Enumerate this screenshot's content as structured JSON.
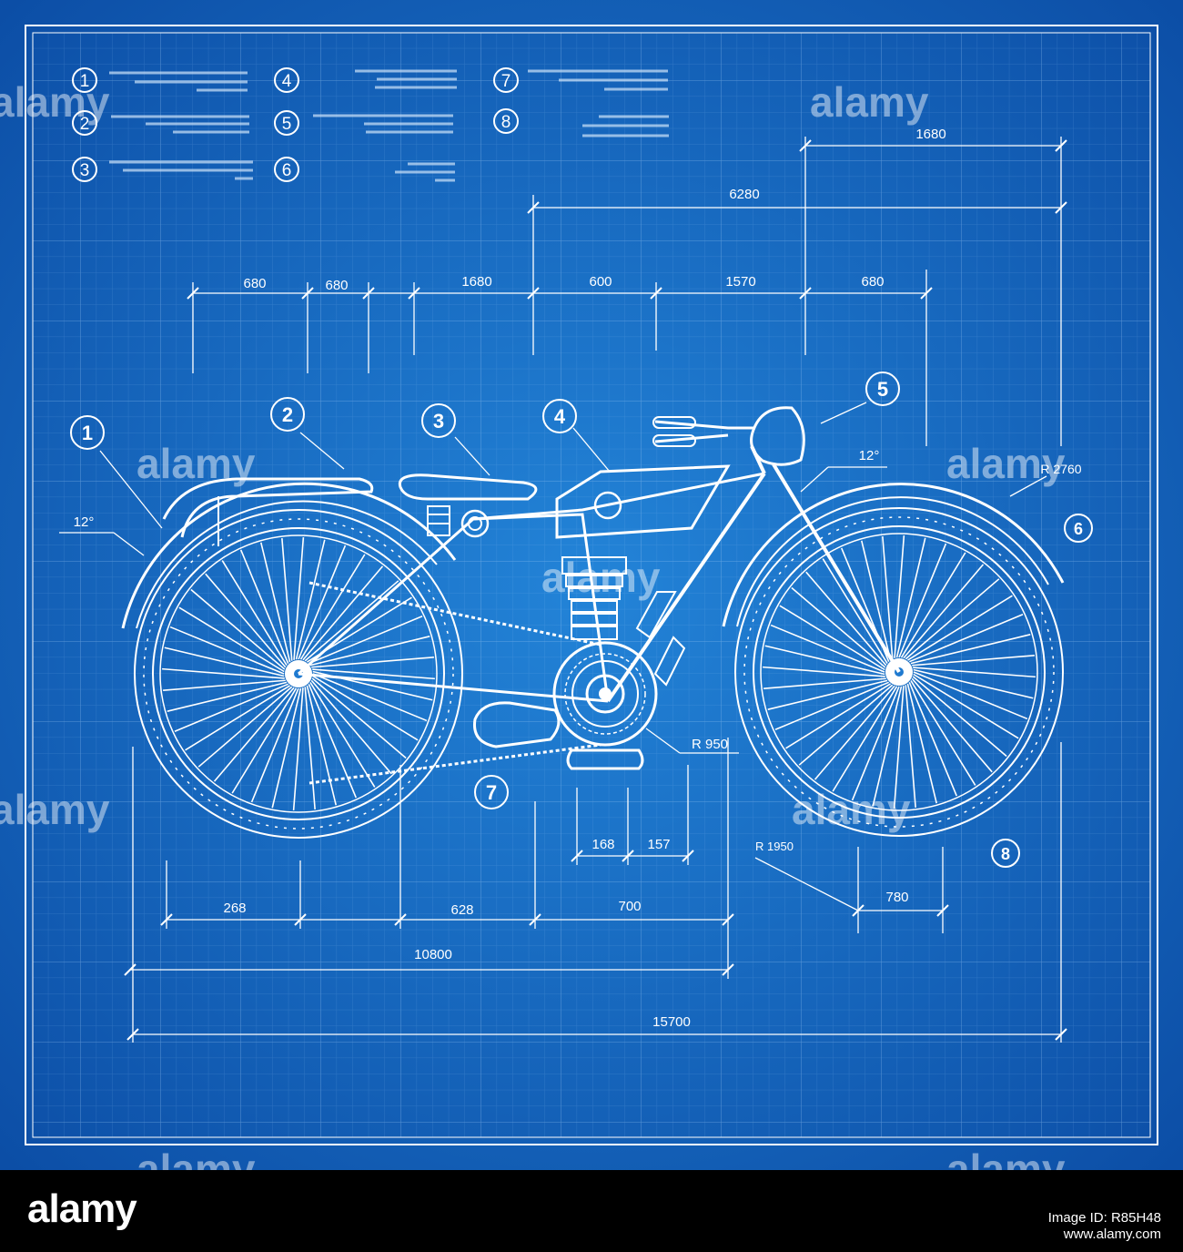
{
  "legend": [
    {
      "num": "1"
    },
    {
      "num": "2"
    },
    {
      "num": "3"
    },
    {
      "num": "4"
    },
    {
      "num": "5"
    },
    {
      "num": "6"
    },
    {
      "num": "7"
    },
    {
      "num": "8"
    }
  ],
  "callouts": {
    "c1": "1",
    "c2": "2",
    "c3": "3",
    "c4": "4",
    "c5": "5",
    "c6": "6",
    "c7": "7",
    "c8": "8"
  },
  "dimensions": {
    "top_1680": "1680",
    "top_6280": "6280",
    "row_680_a": "680",
    "row_680_b": "680",
    "row_1680": "1680",
    "row_600": "600",
    "row_1570": "1570",
    "row_680_c": "680",
    "angle_left": "12°",
    "angle_right": "12°",
    "radius_2760": "R 2760",
    "radius_950": "R  950",
    "radius_1950": "R 1950",
    "d168": "168",
    "d157": "157",
    "d780": "780",
    "d268": "268",
    "d628": "628",
    "d700": "700",
    "d10800": "10800",
    "d15700": "15700"
  },
  "watermark": "alamy",
  "footer": {
    "logo": "alamy",
    "image_id_line1": "Image ID: R85H48",
    "image_id_line2": "www.alamy.com"
  },
  "colors": {
    "sheet_center": "#1f7ad0",
    "sheet_edge": "#0b4ba3",
    "line": "#ffffff",
    "grid": "#7fb4ea"
  }
}
